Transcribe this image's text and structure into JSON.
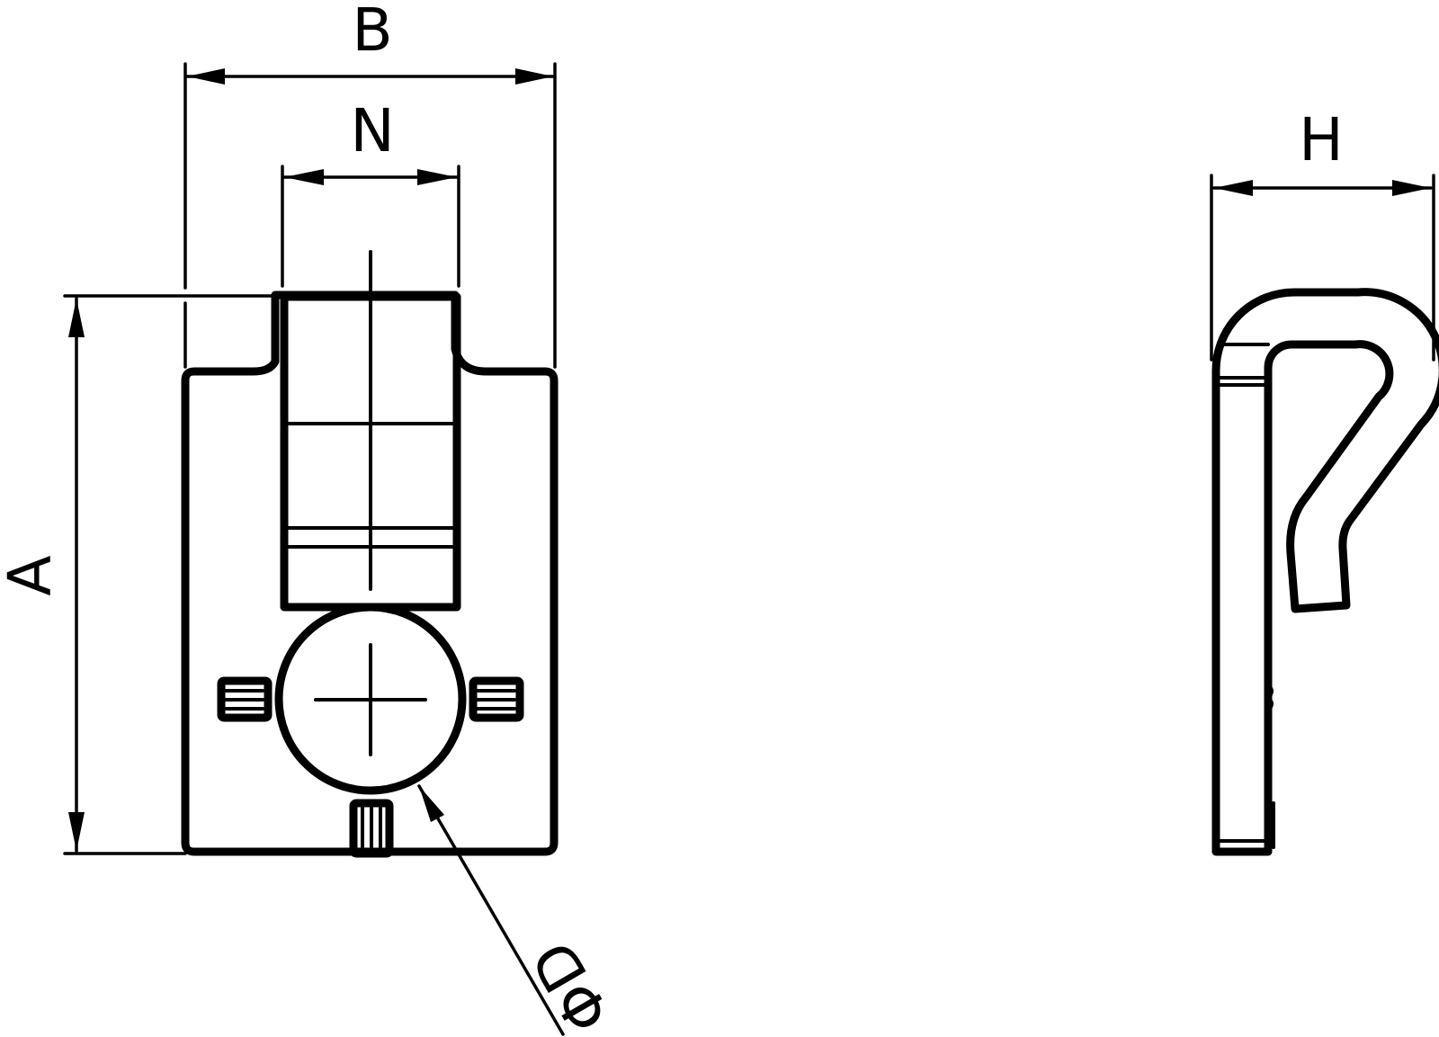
{
  "labels": {
    "B": "B",
    "N": "N",
    "A": "A",
    "H": "H",
    "D": "ΦD"
  },
  "colors": {
    "stroke": "#000000",
    "background": "#ffffff"
  }
}
